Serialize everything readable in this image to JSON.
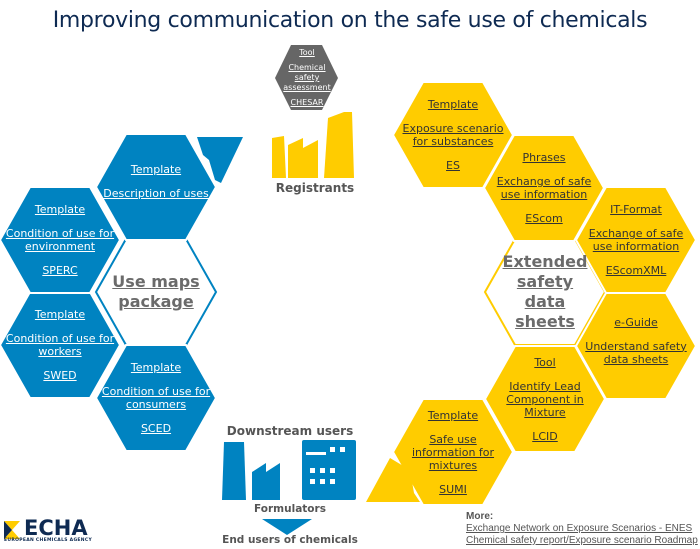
{
  "title": "Improving communication on the safe use of chemicals",
  "tool_hex": {
    "label": "Tool",
    "desc": "Chemical safety assessment",
    "code": "CHESAR"
  },
  "registrants_label": "Registrants",
  "downstream_label": "Downstream users",
  "formulators_label": "Formulators",
  "end_users_label": "End users of chemicals",
  "use_maps": {
    "center": "Use maps package",
    "hexes": [
      {
        "label": "Template",
        "desc": "Description of uses",
        "code": ""
      },
      {
        "label": "Template",
        "desc": "Condition of use for environment",
        "code": "SPERC"
      },
      {
        "label": "Template",
        "desc": "Condition of use for workers",
        "code": "SWED"
      },
      {
        "label": "Template",
        "desc": "Condition of use for consumers",
        "code": "SCED"
      }
    ]
  },
  "esds": {
    "center": "Extended safety data sheets",
    "hexes": [
      {
        "label": "Template",
        "desc": "Exposure scenario for substances",
        "code": "ES"
      },
      {
        "label": "Phrases",
        "desc": "Exchange of safe use information",
        "code": "EScom"
      },
      {
        "label": "IT-Format",
        "desc": "Exchange of safe use information",
        "code": "EScomXML"
      },
      {
        "label": "e-Guide",
        "desc": "Understand safety data sheets",
        "code": ""
      },
      {
        "label": "Tool",
        "desc": "Identify Lead Component in Mixture",
        "code": "LCID"
      },
      {
        "label": "Template",
        "desc": "Safe use information for mixtures",
        "code": "SUMI"
      }
    ]
  },
  "more": {
    "label": "More:",
    "links": [
      "Exchange Network on Exposure Scenarios - ENES",
      "Chemical safety report/Exposure scenario Roadmap"
    ]
  },
  "logo": {
    "word": "ECHA",
    "sub": "EUROPEAN CHEMICALS AGENCY"
  },
  "colors": {
    "blue": "#0083c1",
    "yellow": "#ffcc00",
    "gray": "#666666",
    "navy": "#0e2a52"
  }
}
